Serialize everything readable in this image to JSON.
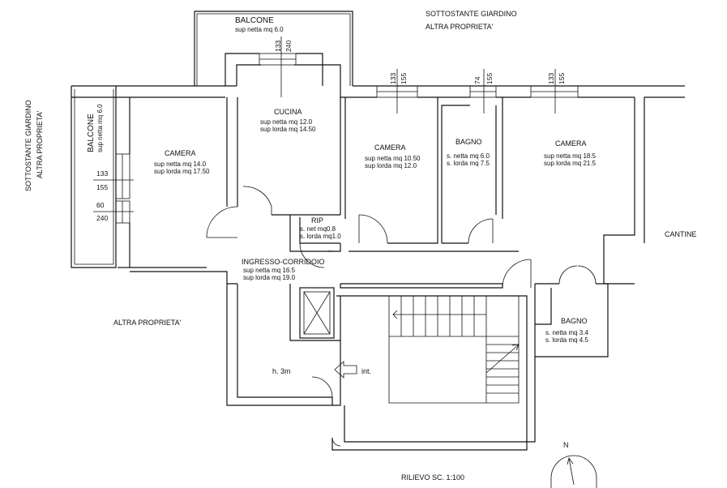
{
  "labels": {
    "outside_garden": "SOTTOSTANTE GIARDINO",
    "outside_property_top": "ALTRA PROPRIETA'",
    "outside_left_1": "SOTTOSTANTE GIARDINO",
    "outside_left_2": "ALTRA PROPRIETA'",
    "outside_bottom_left": "ALTRA PROPRIETA'",
    "cantine": "CANTINE",
    "height": "h. 3m",
    "entrance": "int.",
    "scale": "RILIEVO SC. 1:100",
    "north": "N"
  },
  "rooms": {
    "balcone_top": {
      "name": "BALCONE",
      "line1": "sup netta mq 6.0"
    },
    "balcone_left": {
      "name": "BALCONE",
      "line1": "sup netta mq 6.0"
    },
    "cucina": {
      "name": "CUCINA",
      "line1": "sup netta mq 12.0",
      "line2": "sup lorda mq 14.50"
    },
    "camera_left": {
      "name": "CAMERA",
      "line1": "sup netta mq 14.0",
      "line2": "sup lorda mq 17.50"
    },
    "camera_mid": {
      "name": "CAMERA",
      "line1": "sup netta mq 10.50",
      "line2": "sup lorda mq 12.0"
    },
    "bagno_top": {
      "name": "BAGNO",
      "line1": "s. netta mq 6.0",
      "line2": "s. lorda mq 7.5"
    },
    "camera_right": {
      "name": "CAMERA",
      "line1": "sup netta mq 18.5",
      "line2": "sup lorda mq 21.5"
    },
    "rip": {
      "name": "RIP",
      "line1": "s. net mq0.8",
      "line2": "s. lorda mq1.0"
    },
    "ingresso": {
      "name": "INGRESSO-CORRIDOIO",
      "line1": "sup netta mq 16.5",
      "line2": "sup lorda mq 19.0"
    },
    "bagno_bottom": {
      "name": "BAGNO",
      "line1": "s. netta mq 3.4",
      "line2": "s. lorda mq 4.5"
    }
  },
  "dimensions": {
    "kitchen_a": "133",
    "kitchen_b": "240",
    "cam_mid_a": "133",
    "cam_mid_b": "155",
    "bagno_a": "74",
    "bagno_b": "155",
    "cam_right_a": "133",
    "cam_right_b": "155",
    "left_w1_a": "133",
    "left_w1_b": "155",
    "left_w2_a": "60",
    "left_w2_b": "240"
  }
}
